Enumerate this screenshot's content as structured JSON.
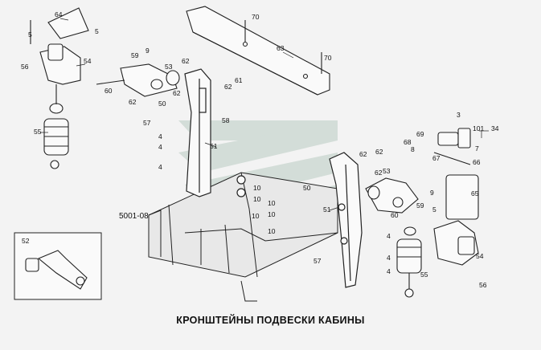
{
  "caption": "КРОНШТЕЙНЫ ПОДВЕСКИ КАБИНЫ",
  "diagram_code": "5001-08",
  "inset_label": "52",
  "part_labels": [
    "64",
    "5",
    "5",
    "56",
    "54",
    "55",
    "59",
    "9",
    "53",
    "62",
    "60",
    "62",
    "61",
    "62",
    "50",
    "62",
    "58",
    "57",
    "51",
    "4",
    "4",
    "4",
    "10",
    "10",
    "10",
    "10",
    "10",
    "10",
    "70",
    "63",
    "70",
    "3",
    "101",
    "34",
    "68",
    "69",
    "8",
    "7",
    "62",
    "62",
    "53",
    "67",
    "66",
    "50",
    "9",
    "59",
    "65",
    "62",
    "60",
    "51",
    "5",
    "4",
    "57",
    "54",
    "4",
    "55",
    "4",
    "56"
  ]
}
